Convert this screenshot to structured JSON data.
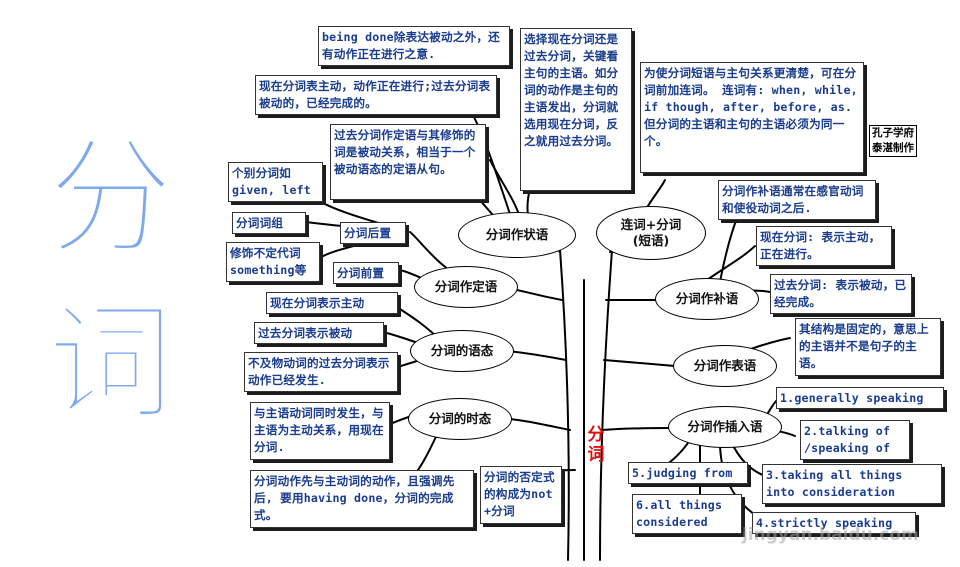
{
  "title": [
    "分",
    "词"
  ],
  "center_label": "分词",
  "stamp": [
    "孔子学府",
    "泰湛制作"
  ],
  "watermark": "jingyan.baidu.com",
  "nodes": {
    "adverbial": "分词作状语",
    "conj_phrase": "连词+分词\n(短语)",
    "attributive": "分词作定语",
    "complement": "分词作补语",
    "voice": "分词的语态",
    "predicative": "分词作表语",
    "tense": "分词的时态",
    "parenthesis": "分词作插入语"
  },
  "boxes": {
    "being_done": "being done除表达被动之外，还有动作正在进行之意.",
    "choose_participle": "选择现在分词还是过去分词，关键看主句的主语。如分词的动作是主句的主语发出，分词就选用现在分词，反之就用过去分词。",
    "conj_explain": "为使分词短语与主句关系更清楚，可在分词前加连词。 连词有: when, while, if though, after, before, as.  但分词的主语和主句的主语必须为同一个。",
    "present_past_meaning": "现在分词表主动，动作正在进行;过去分词表被动的，已经完成的。",
    "past_attr": "过去分词作定语与其修饰的词是被动关系，相当于一个被动语态的定语从句。",
    "individual": "个别分词如given, left",
    "group": "分词词组",
    "post": "分词后置",
    "something": "修饰不定代词something等",
    "pre": "分词前置",
    "complement_use": "分词作补语通常在感官动词和使役动词之后.",
    "present_complement": "现在分词: 表示主动，正在进行。",
    "past_complement": "过去分词: 表示被动，已经完成。",
    "present_active": "现在分词表示主动",
    "past_passive": "过去分词表示被动",
    "intransitive": "不及物动词的过去分词表示动作已经发生.",
    "fixed_structure": "其结构是固定的，意思上的主语并不是句子的主语。",
    "simultaneous": "与主语动词同时发生，与主语为主动关系，用现在分词.",
    "having_done": "分词动作先与主动词的动作，且强调先后, 要用having done，分词的完成式。",
    "negative": "分词的否定式的构成为not +分词",
    "p1": "1.generally speaking",
    "p2": "2.talking of /speaking of",
    "p3": "3.taking all things into consideration",
    "p4": "4.strictly speaking",
    "p5": "5.judging from",
    "p6": "6.all things considered"
  }
}
